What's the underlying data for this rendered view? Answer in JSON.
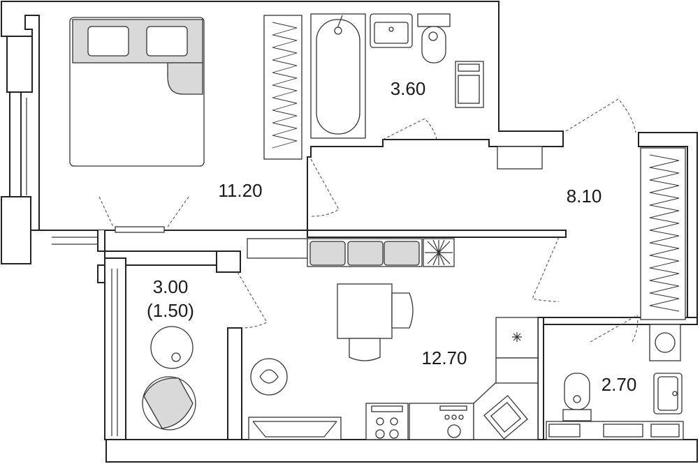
{
  "rooms": {
    "bedroom": {
      "area": "11.20"
    },
    "bathroom": {
      "area": "3.60"
    },
    "hall": {
      "area": "8.10"
    },
    "balcony": {
      "area": "3.00",
      "reduced_area": "(1.50)"
    },
    "kitchen_living": {
      "area": "12.70"
    },
    "wc": {
      "area": "2.70"
    }
  },
  "colors": {
    "wall": "#222222",
    "fill_grey": "#d9d9d9",
    "background": "#ffffff"
  },
  "icons": [
    "bed-icon",
    "bathtub-icon",
    "sink-icon",
    "toilet-icon",
    "sofa-icon",
    "table-icon",
    "chair-icon",
    "stove-icon",
    "kitchen-sink-icon",
    "washing-machine-icon",
    "armchair-icon",
    "plant-icon",
    "wardrobe-icon"
  ]
}
